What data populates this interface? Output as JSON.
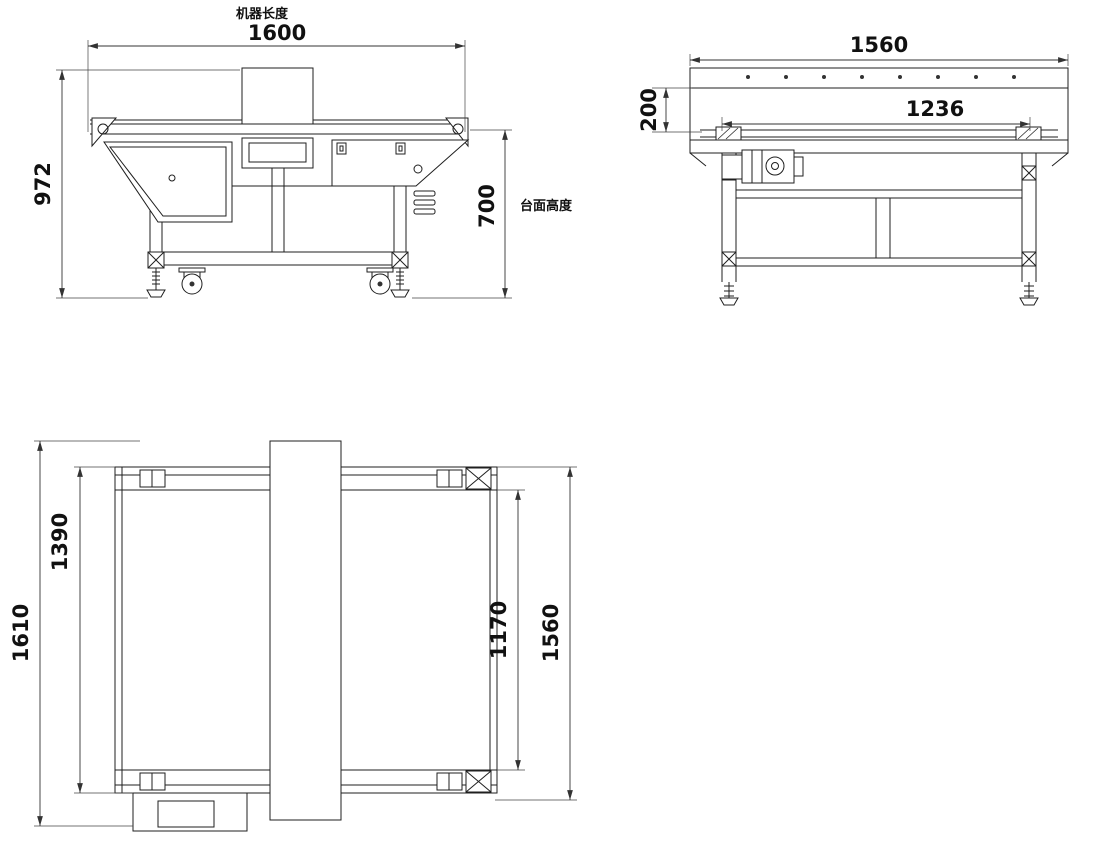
{
  "drawing": {
    "front_view": {
      "machine_length_label": "机器长度",
      "machine_length": "1600",
      "total_height": "972",
      "table_height": "700",
      "table_height_label": "台面高度"
    },
    "side_view": {
      "overall_length": "1560",
      "aperture_height": "200",
      "belt_length": "1236"
    },
    "plan_view": {
      "overall_length_with_box": "1610",
      "frame_length": "1390",
      "inner_length": "1170",
      "overall_length": "1560"
    }
  }
}
